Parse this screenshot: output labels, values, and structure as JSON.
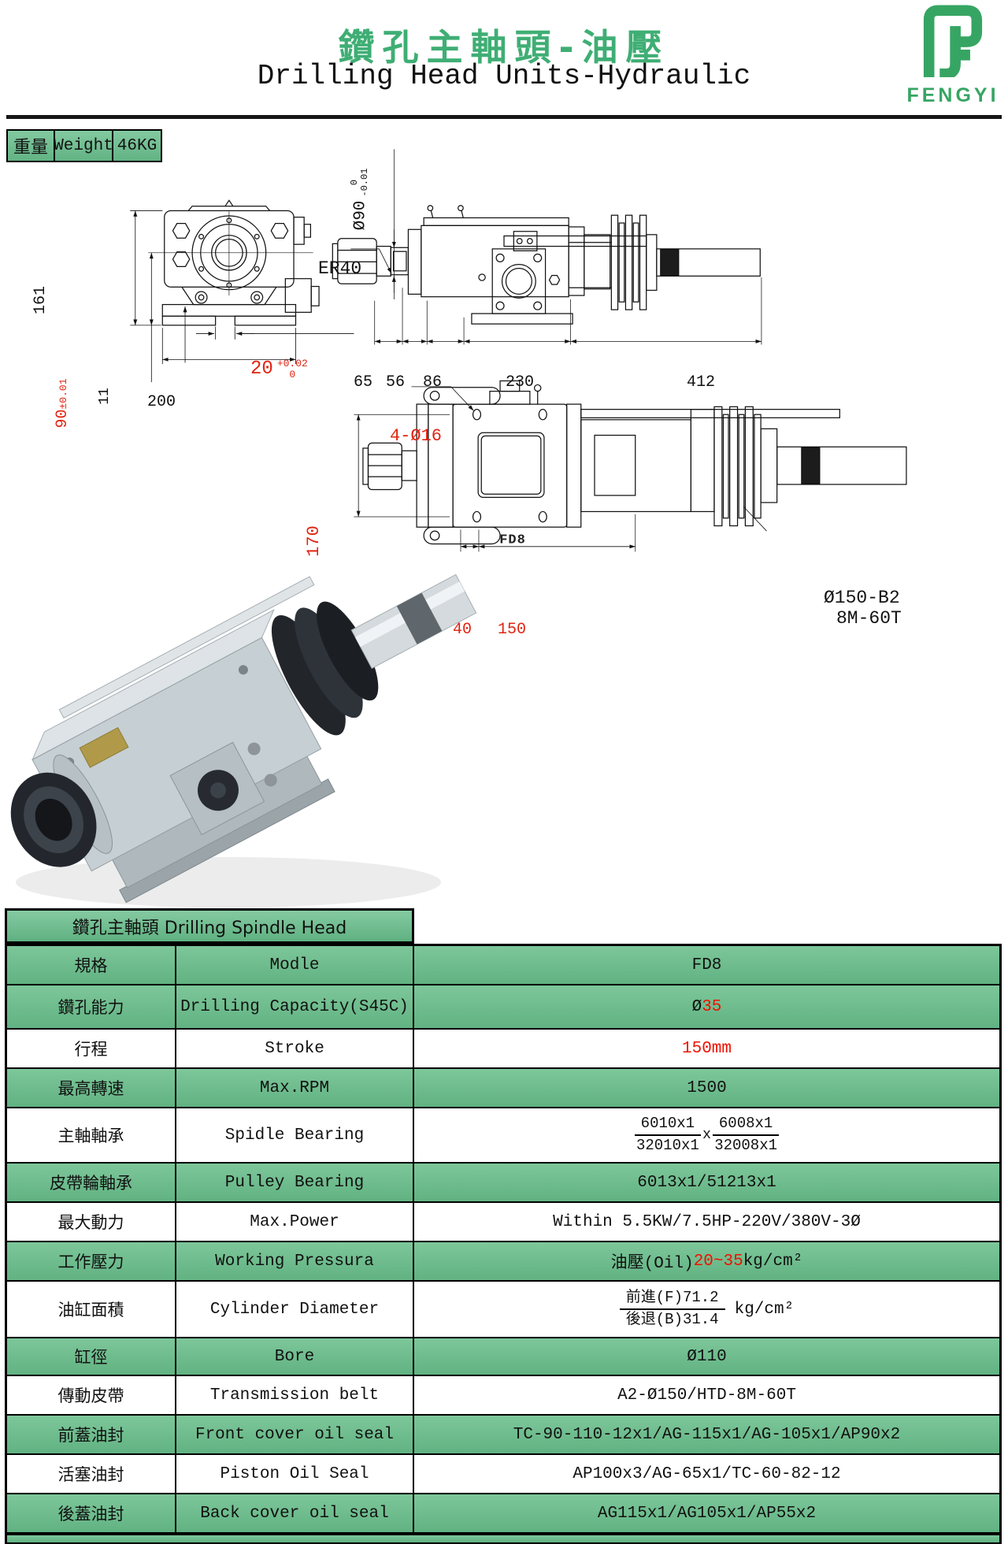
{
  "header": {
    "title_zh": "鑽孔主軸頭-油壓",
    "title_en": "Drilling Head Units-Hydraulic",
    "brand": "FENGYI"
  },
  "weight_box": {
    "label_zh": "重量",
    "label_en": "Weight",
    "value": "46KG"
  },
  "drawings": {
    "front_view": {
      "dim_total_height": "161",
      "dim_center_height": "90",
      "dim_center_tol": "±0.01",
      "dim_base_step": "11",
      "dim_base_width": "200",
      "dim_slot": "20",
      "dim_slot_tol_up": "+0.02",
      "dim_slot_tol_dn": "0"
    },
    "side_view": {
      "collet_label": "ER40",
      "spindle_dia": "Ø90",
      "spindle_tol_up": "0",
      "spindle_tol_dn": "-0.01",
      "dim_65": "65",
      "dim_56": "56",
      "dim_86": "86",
      "dim_230": "230",
      "dim_412": "412"
    },
    "plan_view": {
      "holes_label": "4-Ø16",
      "dim_width": "170",
      "model_label": "FD8",
      "dim_40": "40",
      "dim_150": "150",
      "pulley_label_1": "Ø150-B2",
      "pulley_label_2": "8M-60T"
    }
  },
  "spec_table": {
    "title": "鑽孔主軸頭 Drilling Spindle Head",
    "rows": [
      {
        "zh": "規格",
        "en": "Modle",
        "value": "FD8"
      },
      {
        "zh": "鑽孔能力",
        "en": "Drilling Capacity(S45C)",
        "value_prefix": "Ø",
        "value_red": "35"
      },
      {
        "zh": "行程",
        "en": "Stroke",
        "value_red": "150mm"
      },
      {
        "zh": "最高轉速",
        "en": "Max.RPM",
        "value": "1500"
      },
      {
        "zh": "主軸軸承",
        "en": "Spidle Bearing",
        "frac1_top": "6010x1",
        "frac1_bot": "32010x1",
        "frac_x": "x",
        "frac2_top": "6008x1",
        "frac2_bot": "32008x1"
      },
      {
        "zh": "皮帶輪軸承",
        "en": "Pulley Bearing",
        "value": "6013x1/51213x1"
      },
      {
        "zh": "最大動力",
        "en": "Max.Power",
        "value": "Within 5.5KW/7.5HP-220V/380V-3Ø"
      },
      {
        "zh": "工作壓力",
        "en": "Working Pressura",
        "value_prefix": "油壓(Oil)",
        "value_red": "20~35",
        "value_suffix": " kg/cm²"
      },
      {
        "zh": "油缸面積",
        "en": "Cylinder Diameter",
        "frac_top": "前進(F)71.2",
        "frac_bot": "後退(B)31.4",
        "value_suffix": "kg/cm²"
      },
      {
        "zh": "缸徑",
        "en": "Bore",
        "value": "Ø110"
      },
      {
        "zh": "傳動皮帶",
        "en": "Transmission belt",
        "value": "A2-Ø150/HTD-8M-60T"
      },
      {
        "zh": "前蓋油封",
        "en": "Front cover oil seal",
        "value": "TC-90-110-12x1/AG-115x1/AG-105x1/AP90x2"
      },
      {
        "zh": "活塞油封",
        "en": "Piston Oil Seal",
        "value": "AP100x3/AG-65x1/TC-60-82-12"
      },
      {
        "zh": "後蓋油封",
        "en": "Back cover oil seal",
        "value": "AG115x1/AG105x1/AP55x2"
      }
    ]
  },
  "colors": {
    "brand_green": "#36a563",
    "table_green": "#6cbd8d",
    "dim_red": "#e02412",
    "value_red": "#ee1000"
  }
}
